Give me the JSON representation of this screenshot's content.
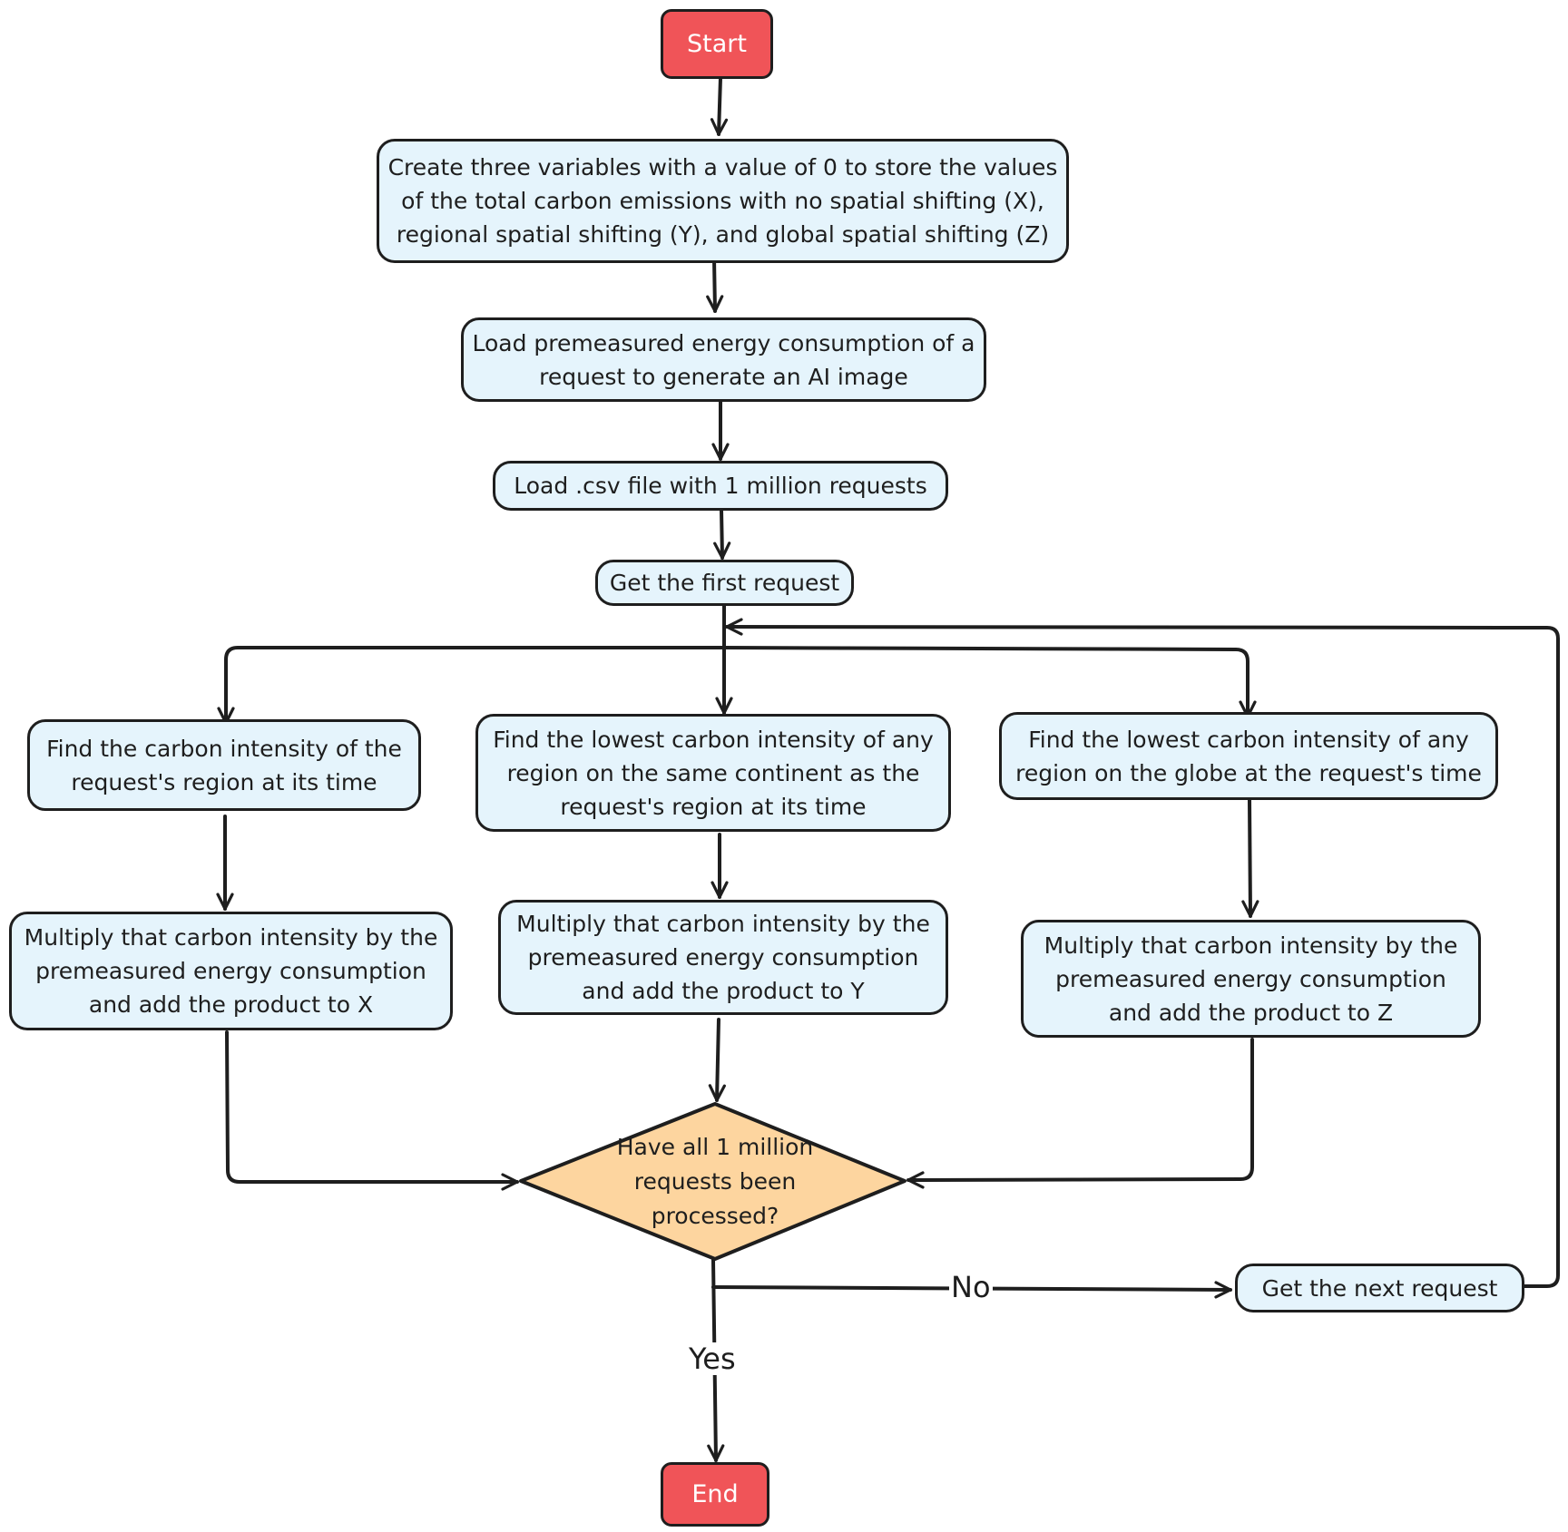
{
  "colors": {
    "terminal_fill": "#f05458",
    "process_fill": "#e5f4fc",
    "decision_fill": "#fdd59f",
    "stroke": "#1e1e1e"
  },
  "nodes": {
    "start": "Start",
    "init_vars": "Create three variables with a value of 0 to store the values of the total carbon emissions with no spatial shifting (X), regional spatial shifting (Y), and global spatial shifting (Z)",
    "load_energy": "Load premeasured energy consumption of a request to generate an AI image",
    "load_csv": "Load .csv file with 1 million requests",
    "first_request": "Get the first request",
    "find_region": "Find the carbon intensity of the request's region at its time",
    "find_continent": "Find the lowest carbon intensity of any region on the same continent as the request's region at its time",
    "find_globe": "Find the lowest carbon intensity of any region on the globe at the request's time",
    "multiply_x": "Multiply that carbon intensity by the premeasured energy consumption and add the product to X",
    "multiply_y": "Multiply that carbon intensity by the premeasured energy consumption and add the product to Y",
    "multiply_z": "Multiply that carbon intensity by the premeasured energy consumption and add the product to Z",
    "decision": "Have all 1 million requests been processed?",
    "next_request": "Get the next request",
    "end": "End"
  },
  "edge_labels": {
    "no": "No",
    "yes": "Yes"
  }
}
